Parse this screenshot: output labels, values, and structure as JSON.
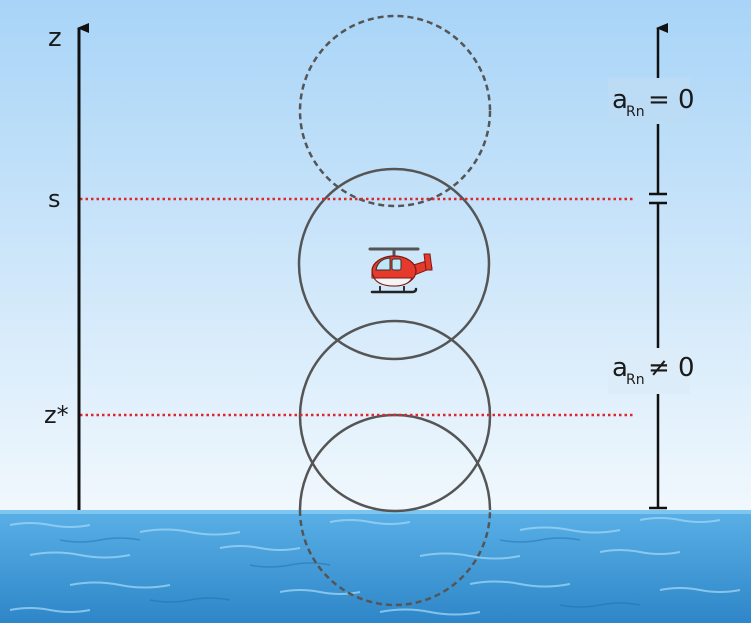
{
  "labels": {
    "z_axis": "z",
    "s_level": "s",
    "z_star": "z*",
    "a_letter": "a",
    "rn_subscript": "Rn",
    "upper_relation": "= 0",
    "lower_relation": "≠ 0"
  },
  "colors": {
    "sky_top": "#a8d4f7",
    "sky_bottom": "#f1f8fd",
    "water_top": "#5ab0e6",
    "water_bottom": "#2e86c8",
    "marker_line": "#e0262d",
    "circle_stroke": "#555555",
    "axis": "#111111",
    "helicopter_body": "#e53a2c"
  },
  "icons": {
    "vehicle": "helicopter-icon"
  }
}
